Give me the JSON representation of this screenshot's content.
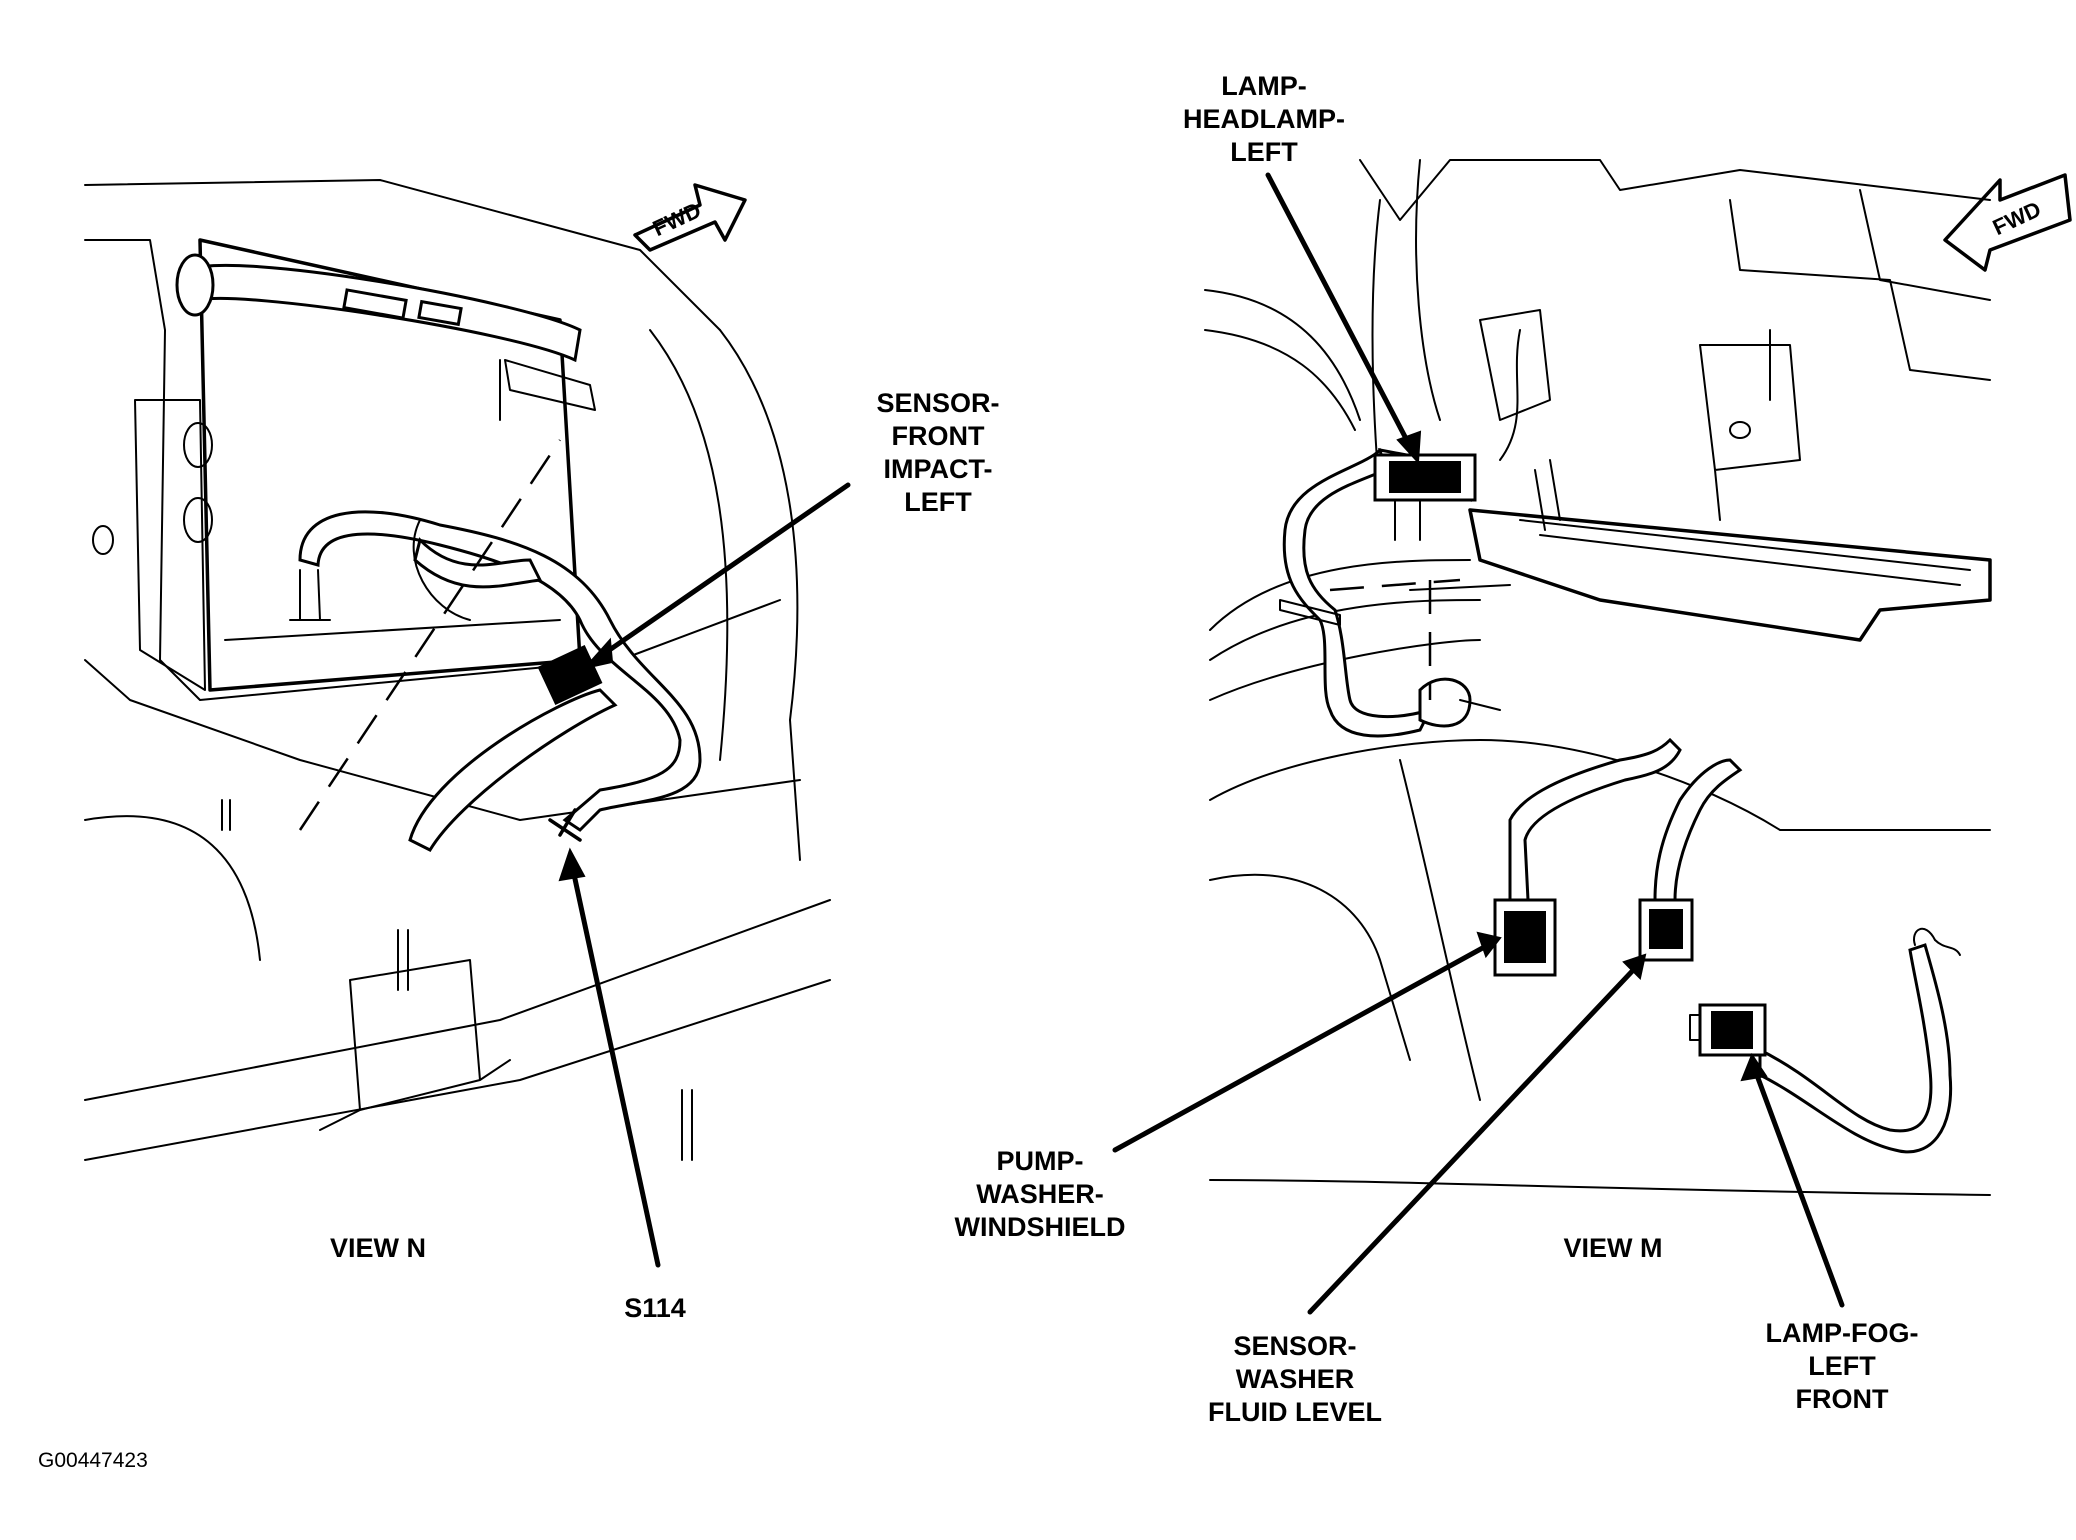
{
  "views": {
    "n": {
      "title": "VIEW N",
      "fwd": "FWD",
      "callouts": {
        "sensor_front_impact": [
          "SENSOR-",
          "FRONT",
          "IMPACT-",
          "LEFT"
        ],
        "splice": [
          "S114"
        ]
      }
    },
    "m": {
      "title": "VIEW M",
      "fwd": "FWD",
      "callouts": {
        "headlamp": [
          "LAMP-",
          "HEADLAMP-",
          "LEFT"
        ],
        "pump": [
          "PUMP-",
          "WASHER-",
          "WINDSHIELD"
        ],
        "sensor_washer": [
          "SENSOR-",
          "WASHER",
          "FLUID LEVEL"
        ],
        "fog_lamp": [
          "LAMP-FOG-",
          "LEFT",
          "FRONT"
        ]
      }
    }
  },
  "figure_id": "G00447423"
}
